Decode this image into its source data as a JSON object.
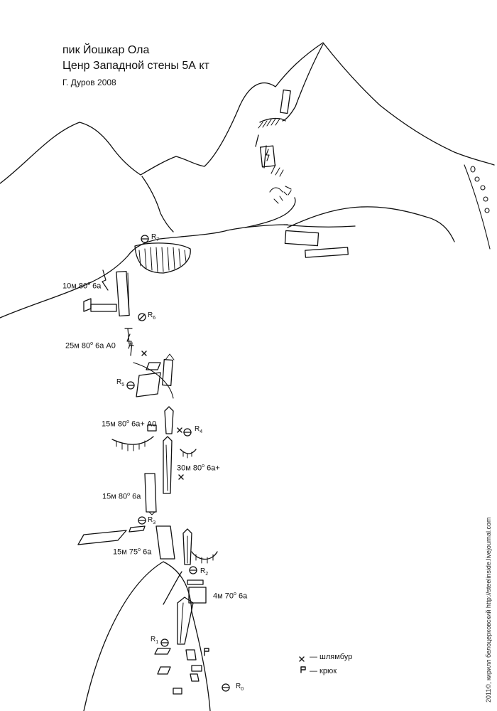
{
  "header": {
    "title_line1": "пик Йошкар Ола",
    "title_line2": "Ценр Западной стены 5А кт",
    "author": "Г. Дуров 2008"
  },
  "pitches": [
    {
      "id": "p8",
      "length": "10м",
      "angle": "80",
      "grade": "6а",
      "extra": ""
    },
    {
      "id": "p7",
      "length": "25м",
      "angle": "80",
      "grade": "6а",
      "extra": " А0"
    },
    {
      "id": "p6",
      "length": "15м",
      "angle": "80",
      "grade": "6а+",
      "extra": " А0"
    },
    {
      "id": "p5",
      "length": "30м",
      "angle": "80",
      "grade": "6а+",
      "extra": ""
    },
    {
      "id": "p4",
      "length": "15м",
      "angle": "80",
      "grade": "6а",
      "extra": ""
    },
    {
      "id": "p3",
      "length": "15м",
      "angle": "75",
      "grade": "6а",
      "extra": ""
    },
    {
      "id": "p2",
      "length": "4м",
      "angle": "70",
      "grade": "6а",
      "extra": ""
    }
  ],
  "belays": [
    {
      "id": "R0",
      "letter": "R",
      "index": "0"
    },
    {
      "id": "R1",
      "letter": "R",
      "index": "1"
    },
    {
      "id": "R2",
      "letter": "R",
      "index": "2"
    },
    {
      "id": "R3",
      "letter": "R",
      "index": "3"
    },
    {
      "id": "R4",
      "letter": "R",
      "index": "4"
    },
    {
      "id": "R5",
      "letter": "R",
      "index": "5"
    },
    {
      "id": "R6",
      "letter": "R",
      "index": "6"
    },
    {
      "id": "R7",
      "letter": "R",
      "index": "7"
    }
  ],
  "legend": {
    "bolt_symbol": "×",
    "bolt_label": "— шлямбур",
    "piton_symbol": "P",
    "piton_label": "— крюк"
  },
  "credit": "2011©, кирилл белоцерковский    http://steelinside.livejournal.com",
  "colors": {
    "ink": "#111111",
    "paper": "#ffffff"
  }
}
